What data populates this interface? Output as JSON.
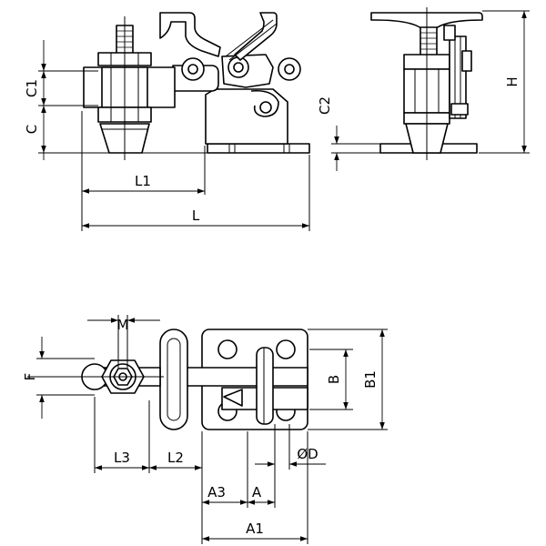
{
  "labels": {
    "C1": "C1",
    "C": "C",
    "L1": "L1",
    "L": "L",
    "C2": "C2",
    "H": "H",
    "M": "M",
    "F": "F",
    "B": "B",
    "B1": "B1",
    "L3": "L3",
    "L2": "L2",
    "D": "ØD",
    "A3": "A3",
    "A": "A",
    "A1": "A1"
  }
}
